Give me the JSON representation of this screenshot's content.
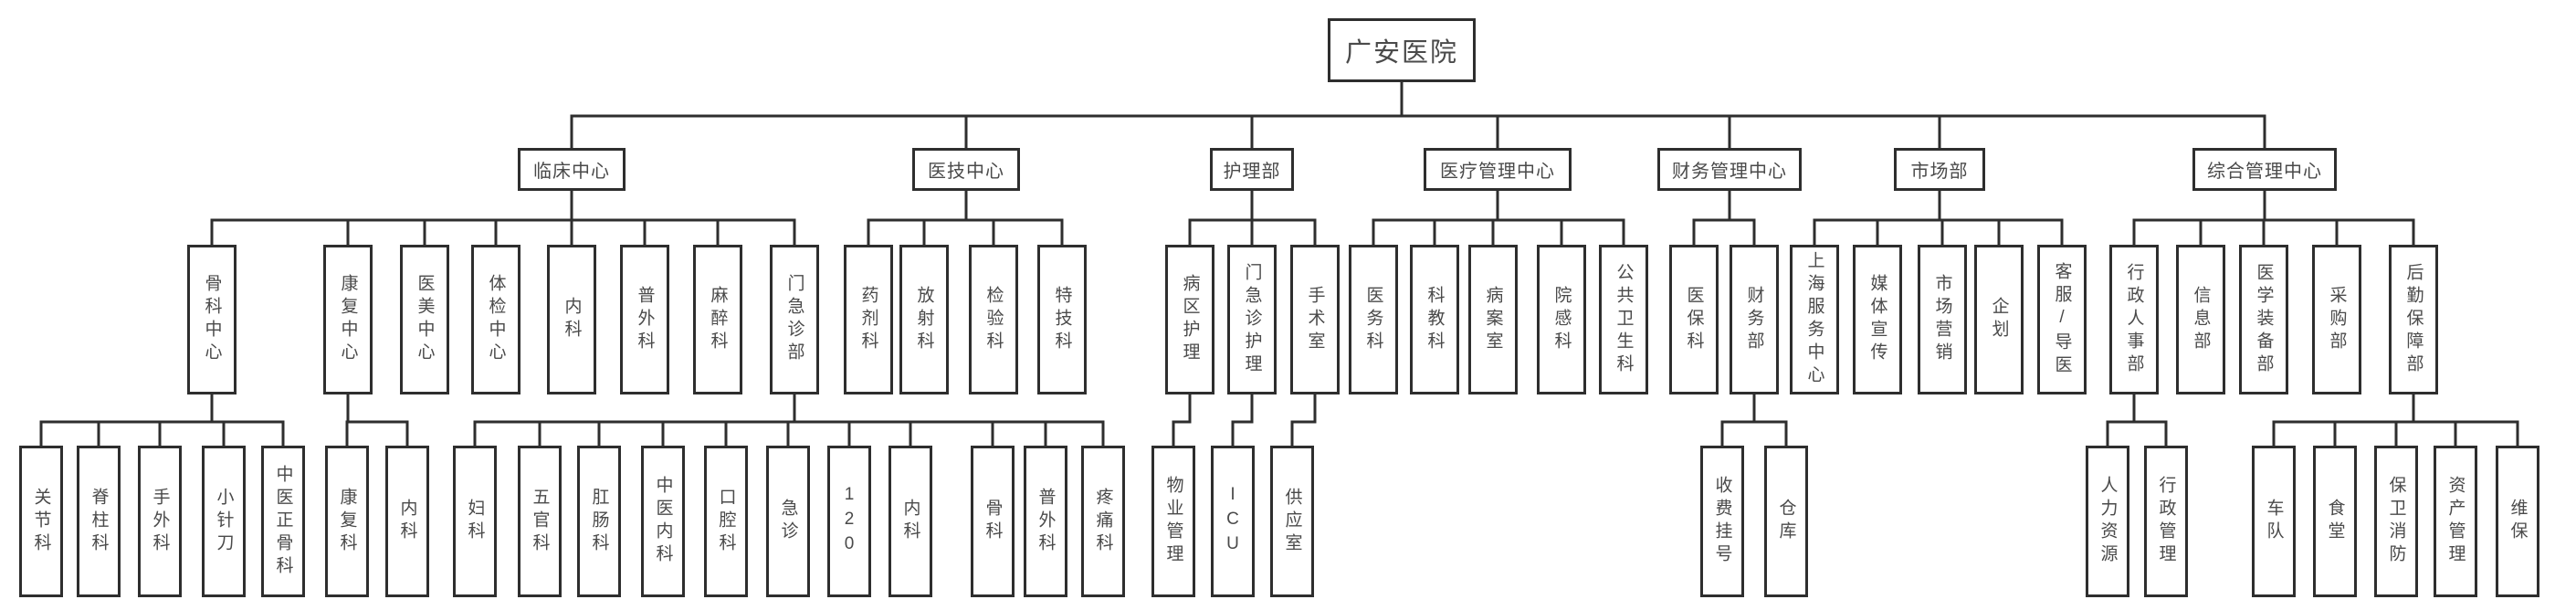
{
  "colors": {
    "background": "#ffffff",
    "box_border": "#2e2e2e",
    "connector_line": "#2e2e2e",
    "text": "#4a4a4a"
  },
  "tree": {
    "label": "广安医院",
    "children": [
      {
        "label": "临床中心",
        "children": [
          {
            "label": "骨科中心",
            "children": [
              {
                "label": "关节科"
              },
              {
                "label": "脊柱科"
              },
              {
                "label": "手外科"
              },
              {
                "label": "小针刀"
              },
              {
                "label": "中医正骨科"
              }
            ]
          },
          {
            "label": "康复中心",
            "children": [
              {
                "label": "康复科"
              },
              {
                "label": "内科"
              }
            ]
          },
          {
            "label": "医美中心"
          },
          {
            "label": "体检中心"
          },
          {
            "label": "内科"
          },
          {
            "label": "普外科"
          },
          {
            "label": "麻醉科"
          },
          {
            "label": "门急诊部",
            "children": [
              {
                "label": "妇科"
              },
              {
                "label": "五官科"
              },
              {
                "label": "肛肠科"
              },
              {
                "label": "中医内科"
              },
              {
                "label": "口腔科"
              },
              {
                "label": "急诊"
              },
              {
                "label": "120"
              },
              {
                "label": "内科"
              },
              {
                "label": "骨科"
              },
              {
                "label": "普外科"
              },
              {
                "label": "疼痛科"
              }
            ]
          }
        ]
      },
      {
        "label": "医技中心",
        "children": [
          {
            "label": "药剂科"
          },
          {
            "label": "放射科"
          },
          {
            "label": "检验科"
          },
          {
            "label": "特技科"
          }
        ]
      },
      {
        "label": "护理部",
        "children": [
          {
            "label": "病区护理",
            "children": [
              {
                "label": "物业管理"
              }
            ]
          },
          {
            "label": "门急诊护理",
            "children": [
              {
                "label": "ICU"
              }
            ]
          },
          {
            "label": "手术室",
            "children": [
              {
                "label": "供应室"
              }
            ]
          }
        ]
      },
      {
        "label": "医疗管理中心",
        "children": [
          {
            "label": "医务科"
          },
          {
            "label": "科教科"
          },
          {
            "label": "病案室"
          },
          {
            "label": "院感科"
          },
          {
            "label": "公共卫生科"
          }
        ]
      },
      {
        "label": "财务管理中心",
        "children": [
          {
            "label": "医保科"
          },
          {
            "label": "财务部",
            "children": [
              {
                "label": "收费挂号"
              },
              {
                "label": "仓库"
              }
            ]
          }
        ]
      },
      {
        "label": "市场部",
        "children": [
          {
            "label": "上海服务中心"
          },
          {
            "label": "媒体宣传"
          },
          {
            "label": "市场营销"
          },
          {
            "label": "企划"
          },
          {
            "label": "客服/导医"
          }
        ]
      },
      {
        "label": "综合管理中心",
        "children": [
          {
            "label": "行政人事部",
            "children": [
              {
                "label": "人力资源"
              },
              {
                "label": "行政管理"
              }
            ]
          },
          {
            "label": "信息部"
          },
          {
            "label": "医学装备部"
          },
          {
            "label": "采购部"
          },
          {
            "label": "后勤保障部",
            "children": [
              {
                "label": "车队"
              },
              {
                "label": "食堂"
              },
              {
                "label": "保卫消防"
              },
              {
                "label": "资产管理"
              },
              {
                "label": "维保"
              }
            ]
          }
        ]
      }
    ]
  }
}
